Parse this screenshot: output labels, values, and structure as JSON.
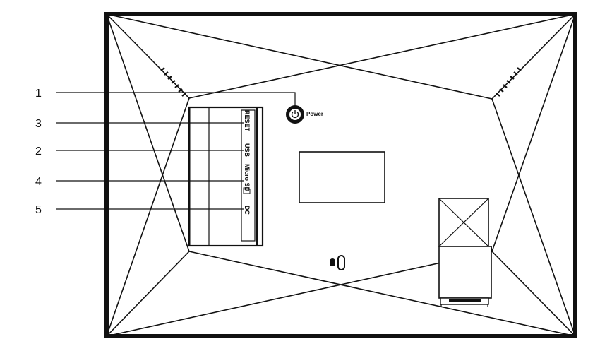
{
  "callouts": [
    {
      "number": "1",
      "label": "Power"
    },
    {
      "number": "3",
      "label": "RESET"
    },
    {
      "number": "2",
      "label": "USB"
    },
    {
      "number": "4",
      "label": "Micro SD"
    },
    {
      "number": "5",
      "label": "DC"
    }
  ],
  "icons": {
    "power_button": "power-icon",
    "sd_card_slot": "sd-card-icon",
    "lock_slot": "kensington-lock-icon"
  },
  "colors": {
    "line": "#111111",
    "background": "#ffffff"
  }
}
